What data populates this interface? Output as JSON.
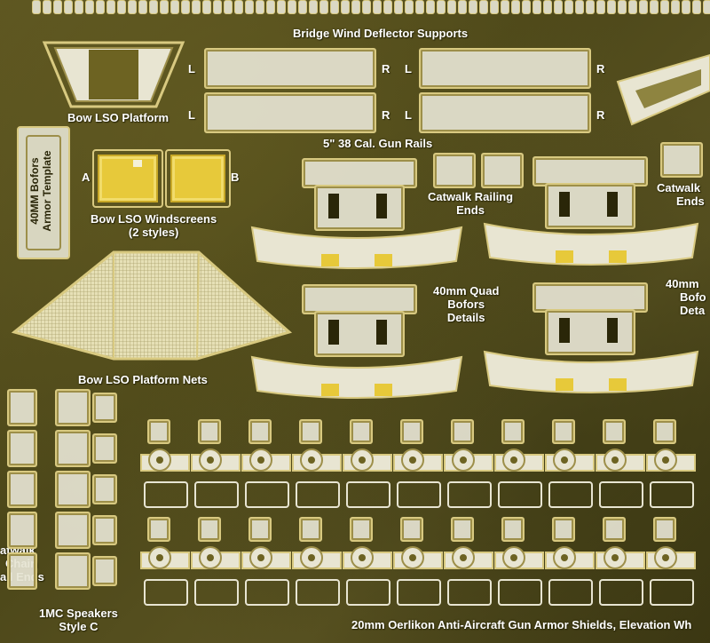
{
  "labels": {
    "bridge_supports": "Bridge Wind Deflector Supports",
    "bow_lso_platform": "Bow LSO Platform",
    "gun_rails": "5\" 38 Cal. Gun Rails",
    "bofors_template": "40MM Bofors Armor Template",
    "lso_windscreens_line1": "Bow LSO Windscreens",
    "lso_windscreens_line2": "(2 styles)",
    "windscreen_a": "A",
    "windscreen_b": "B",
    "catwalk_railing_ends_line1": "Catwalk Railing",
    "catwalk_railing_ends_line2": "Ends",
    "catwalk_cut_line1": "Catwalk",
    "catwalk_cut_line2": "Ends",
    "quad_bofors_line1": "40mm Quad",
    "quad_bofors_line2": "Bofors",
    "quad_bofors_line3": "Details",
    "bofors_cut_line1": "40mm",
    "bofors_cut_line2": "Bofo",
    "bofors_cut_line3": "Deta",
    "lso_nets": "Bow LSO Platform Nets",
    "chain_ends_line1": "atwalk",
    "chain_ends_line2": "Chain",
    "chain_ends_line3": "ail Ends",
    "speakers_line1": "1MC Speakers",
    "speakers_line2": "Style C",
    "oerlikon": "20mm Oerlikon Anti-Aircraft Gun Armor Shields, Elevation Wh",
    "side_left": "L",
    "side_right": "R"
  }
}
